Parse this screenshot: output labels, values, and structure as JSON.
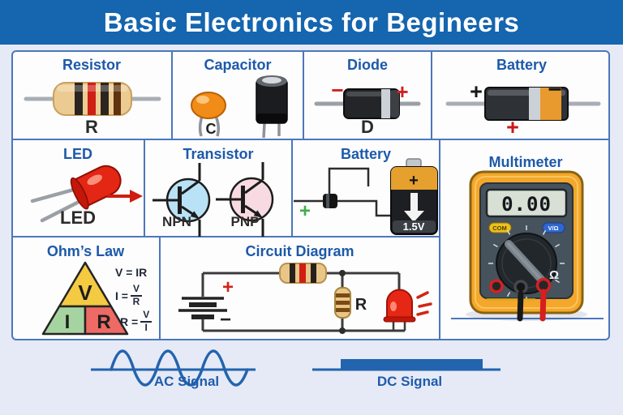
{
  "title": "Basic Electronics for Begineers",
  "palette": {
    "banner_blue": "#1565af",
    "heading_blue": "#1d59a9",
    "grid_border_blue": "#4c77bb",
    "signal_blue": "#2264ae",
    "led_red": "#e62715",
    "resistor_tan": "#e9c688",
    "battery_gold": "#e6a02e",
    "ohm_triangle_yellow": "#f4ca42",
    "ohm_triangle_green": "#a6d4a0",
    "ohm_triangle_red": "#ee6a64"
  },
  "cells": {
    "resistor": {
      "title": "Resistor",
      "label": "R"
    },
    "capacitor": {
      "title": "Capacitor",
      "label": "C"
    },
    "diode": {
      "title": "Diode",
      "minus": "−",
      "plus": "+",
      "label": "D"
    },
    "battery1": {
      "title": "Battery",
      "plus": "+",
      "minus": "−",
      "plus_bottom": "+"
    },
    "led": {
      "title": "LED",
      "label": "LED"
    },
    "transistor": {
      "title": "Transistor",
      "npn_label": "NPN",
      "pnp_label": "PNP"
    },
    "battery2": {
      "title": "Battery",
      "plus_green": "+",
      "terminal_plus": "+",
      "voltage": "1.5V"
    },
    "multimeter": {
      "title": "Multimeter",
      "display": "0.00",
      "com_label": "COM",
      "vohm_label": "V/Ω",
      "omega": "Ω"
    },
    "ohms_law": {
      "title": "Ohm’s Law",
      "v": "V",
      "i": "I",
      "r": "R",
      "formula1": "V = IR",
      "formula2_lhs": "I =",
      "formula2_num": "V",
      "formula2_den": "R",
      "formula3_lhs": "R =",
      "formula3_num": "V",
      "formula3_den": "I"
    },
    "circuit": {
      "title": "Circuit Diagram",
      "plus": "+",
      "minus": "−",
      "resistor_label": "R"
    },
    "signals": {
      "ac_label": "AC Signal",
      "dc_label": "DC Signal"
    }
  }
}
